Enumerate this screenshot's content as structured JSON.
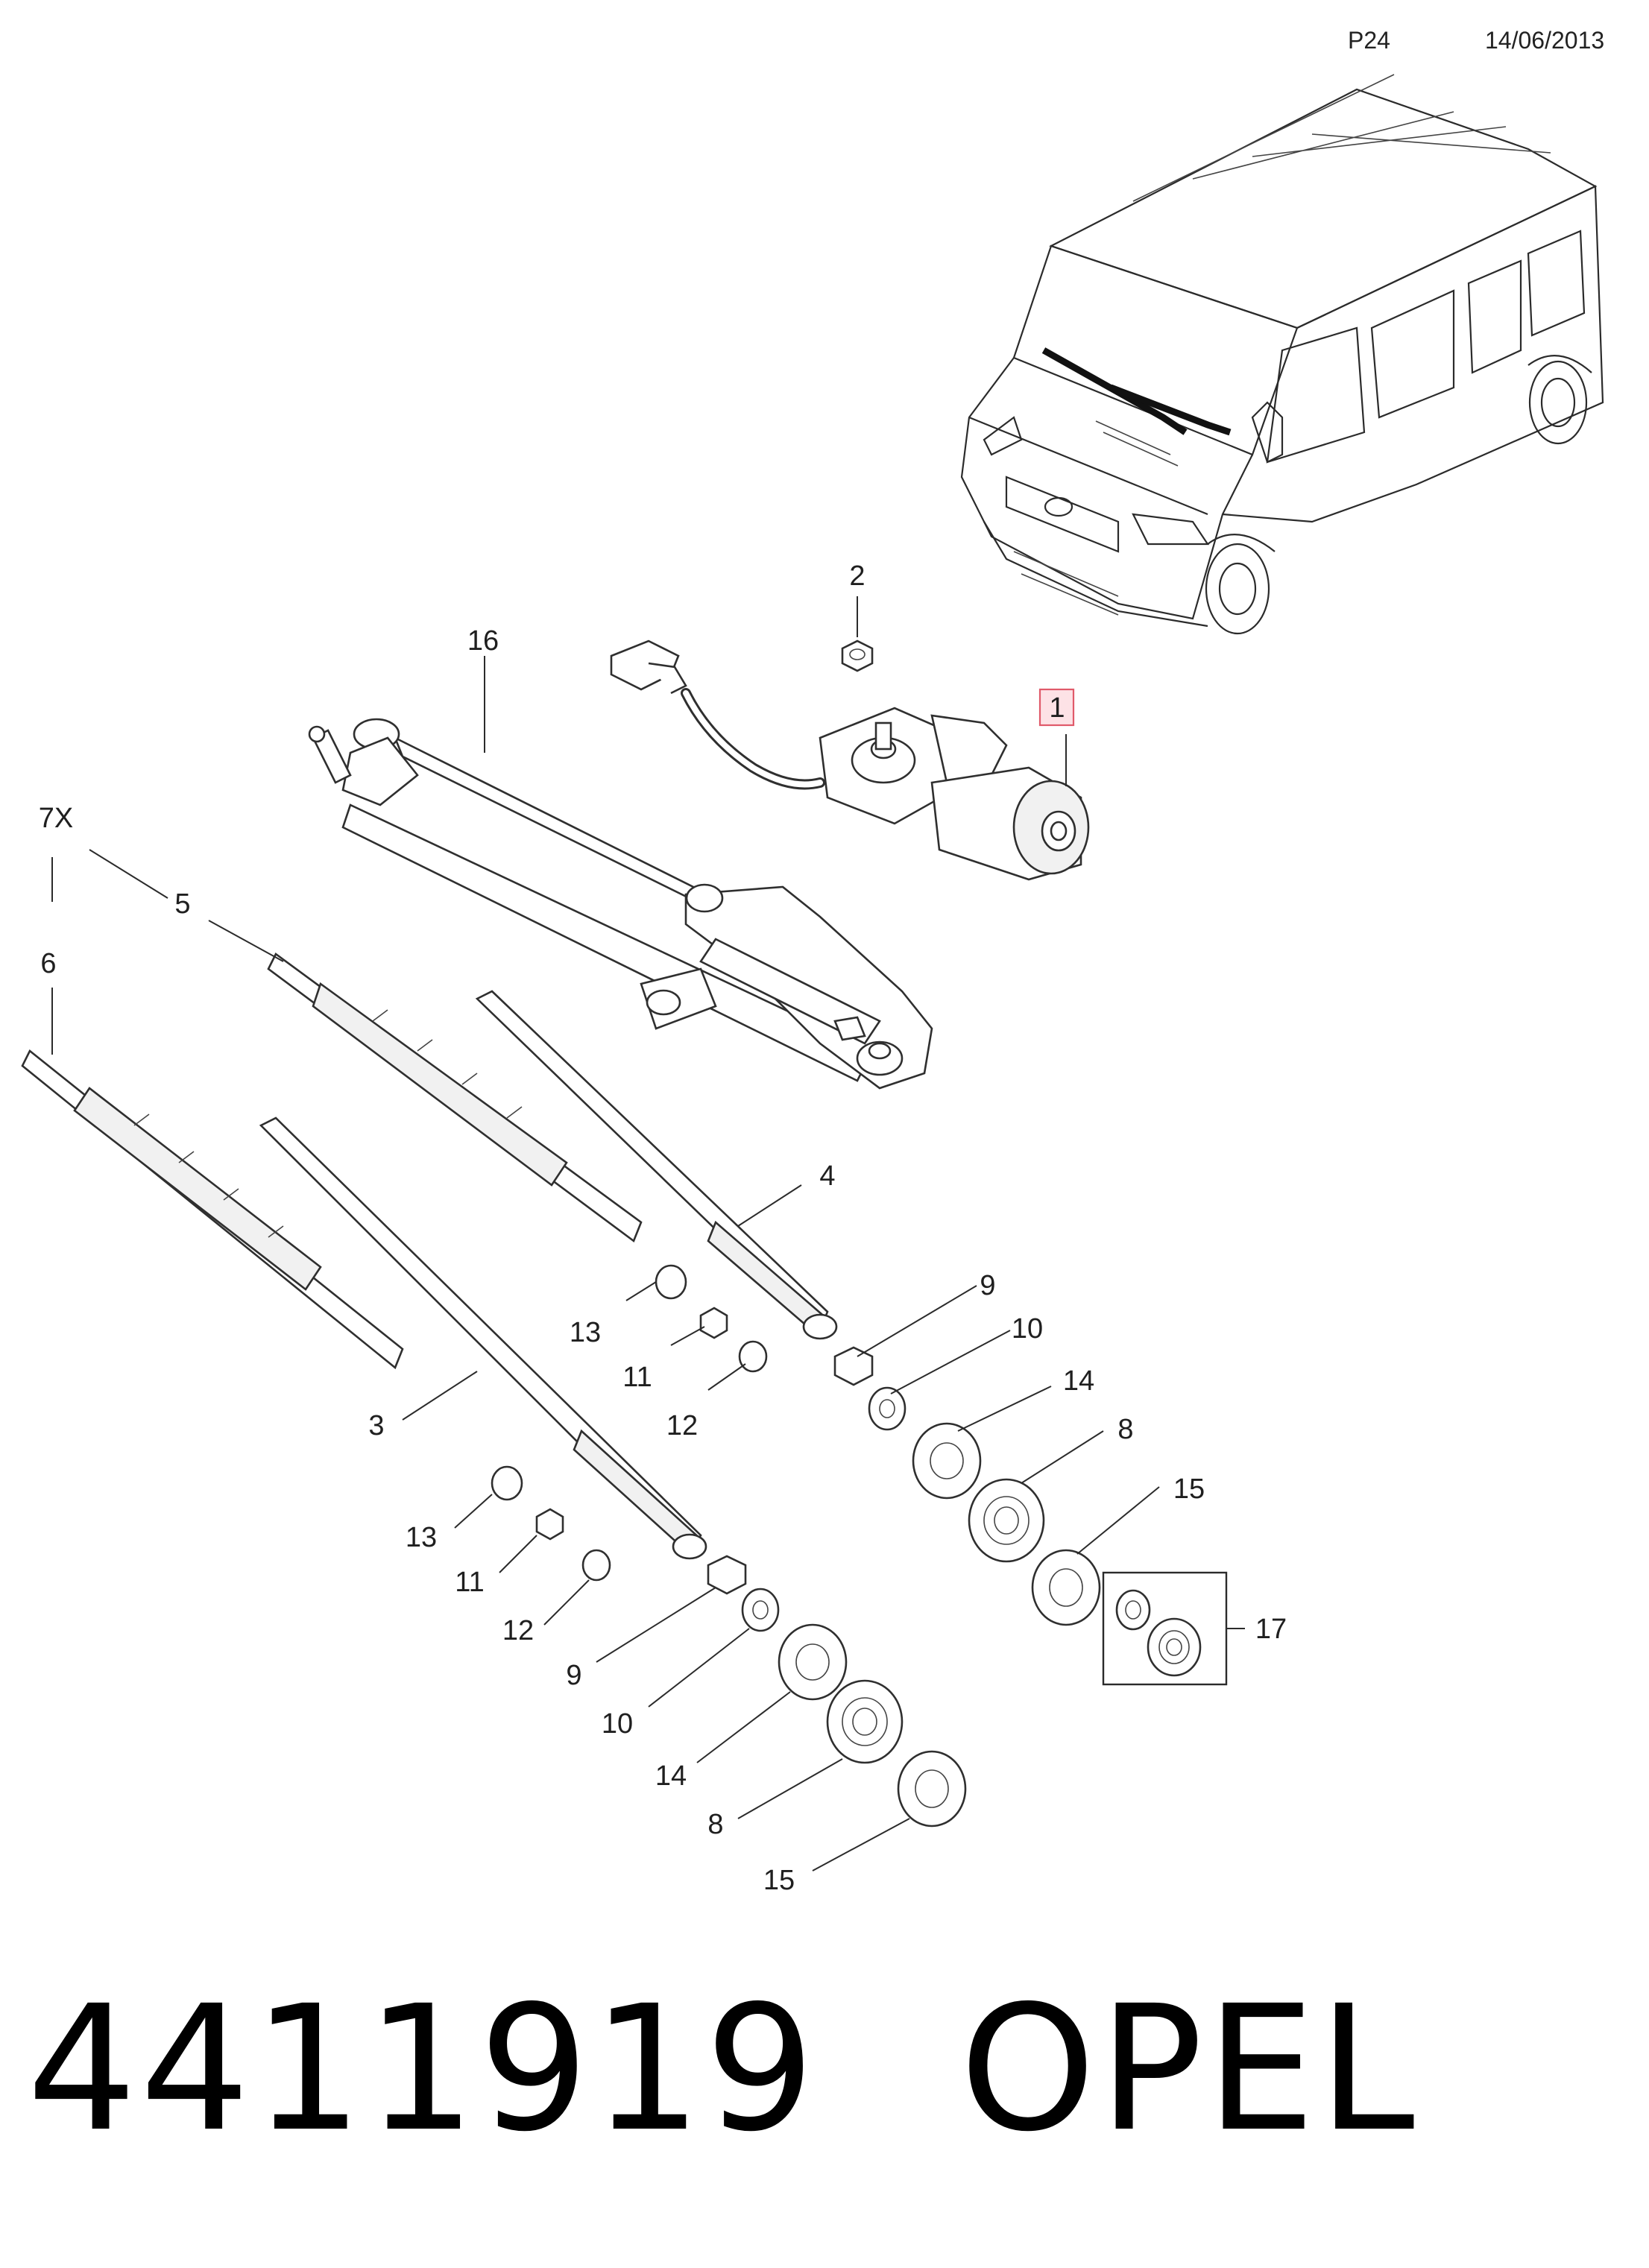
{
  "header": {
    "page_code": "P24",
    "date": "14/06/2013"
  },
  "footer": {
    "part_number": "4411919",
    "brand": "OPEL"
  },
  "callouts": {
    "c1": "1",
    "c2": "2",
    "c3": "3",
    "c4": "4",
    "c5": "5",
    "c6": "6",
    "c7x": "7X",
    "c8a": "8",
    "c8b": "8",
    "c9a": "9",
    "c9b": "9",
    "c10a": "10",
    "c10b": "10",
    "c11a": "11",
    "c11b": "11",
    "c12a": "12",
    "c12b": "12",
    "c13a": "13",
    "c13b": "13",
    "c14a": "14",
    "c14b": "14",
    "c15a": "15",
    "c15b": "15",
    "c16": "16",
    "c17": "17"
  },
  "highlight_color": "#e05a6a"
}
